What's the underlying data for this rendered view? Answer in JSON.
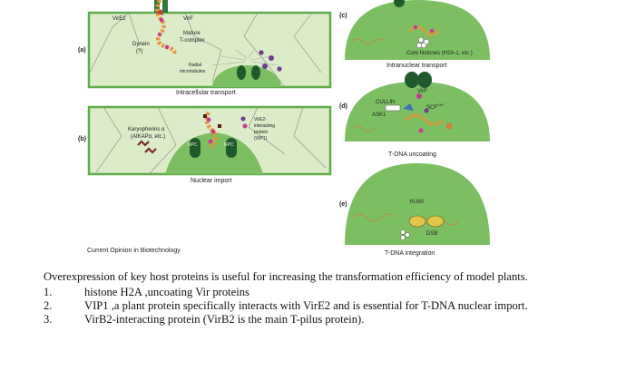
{
  "figure": {
    "source_caption": "Current Opinion in Biotechnology",
    "panels": {
      "a": {
        "label": "(a)",
        "caption": "Intracellular transport",
        "annotations": {
          "vire2": "VirE2",
          "virf": "VirF",
          "mature_t_complex_1": "Mature",
          "mature_t_complex_2": "T-complex",
          "dynein_1": "Dynein",
          "dynein_2": "(?)",
          "radial_1": "Radial",
          "radial_2": "microtubules"
        }
      },
      "b": {
        "label": "(b)",
        "caption": "Nuclear import",
        "annotations": {
          "karyopherins_1": "Karyopherins α",
          "karyopherins_2": "(AtKAPα, etc.)",
          "vire2_ip_1": "VirE2-",
          "vire2_ip_2": "interacting",
          "vire2_ip_3": "protein",
          "vire2_ip_4": "(VIP1)",
          "npc_1": "NPC",
          "npc_2": "NPC"
        }
      },
      "c": {
        "label": "(c)",
        "caption": "Intranuclear transport",
        "annotations": {
          "core_histones": "Core histones (H2A-1, etc.)"
        }
      },
      "d": {
        "label": "(d)",
        "caption": "T-DNA uncoating",
        "annotations": {
          "cullin": "CULLIN",
          "virf": "VirF",
          "ask1": "ASK1",
          "scf": "SCF",
          "scf_sup": "VirF"
        }
      },
      "e": {
        "label": "(e)",
        "caption": "T-DNA integration",
        "annotations": {
          "ku80": "KU80",
          "dsb": "DSB"
        }
      }
    }
  },
  "text": {
    "intro": "Overexpression of key host proteins is useful for increasing the transformation efficiency of model plants.",
    "items": [
      {
        "number": "1.",
        "text": "histone H2A ,uncoating Vir proteins"
      },
      {
        "number": "2.",
        "text": "VIP1 ,a plant protein specifically interacts with VirE2 and is essential for T-DNA nuclear import."
      },
      {
        "number": "3.",
        "text": "VirB2-interacting protein (VirB2 is  the main T-pilus protein)."
      }
    ]
  },
  "colors": {
    "cell_green": "#dcebc8",
    "cell_border": "#5fae4c",
    "nucleus_green": "#7cbf63",
    "pore_dark": "#1f5a2c",
    "dna_orange": "#e8933a",
    "protein_magenta": "#c8398f",
    "protein_purple": "#6e3b8e",
    "dna_squiggle": "#d9793a"
  }
}
